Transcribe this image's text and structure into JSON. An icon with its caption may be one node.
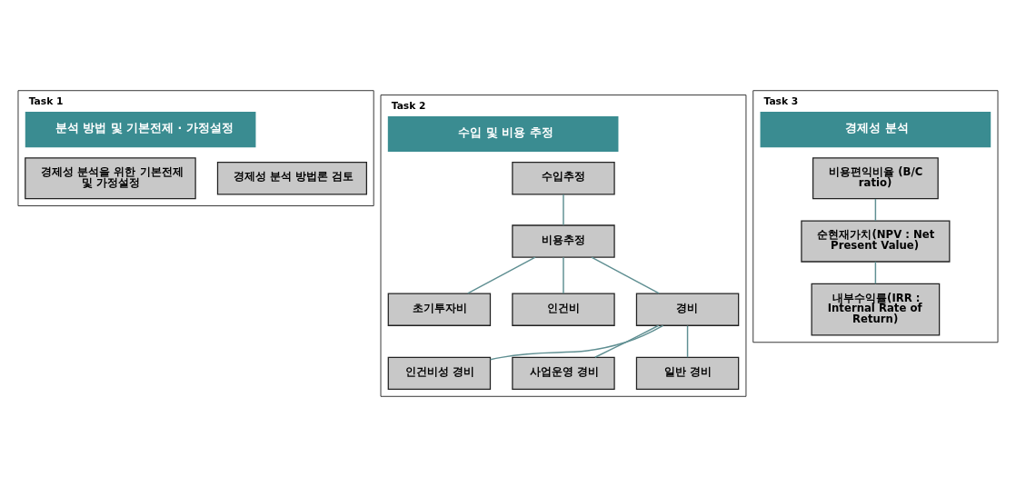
{
  "diagram": {
    "nodes": [
      {
        "text": [
          "Task 1",
          "분석 방법 및 기본전제 · 가정설정"
        ]
      },
      {
        "text": [
          "경제성 분석 방법론 검토"
        ],
        "in": 0
      },
      {
        "text": [
          "경제성 분석을 위한 기본전제 및 가정설정"
        ],
        "in": 0
      },
      {
        "text": [
          "Task 2",
          "수입 및 비용 추정"
        ]
      },
      {
        "text": [
          "수입추정"
        ],
        "in": 3
      },
      {
        "text": [
          "비용추정"
        ],
        "in": 3
      },
      {
        "text": [
          "초기투자비"
        ],
        "in": 3
      },
      {
        "text": [
          "인건비"
        ],
        "in": 3
      },
      {
        "text": [
          "경비"
        ],
        "in": 3
      },
      {
        "text": [
          "인건비성 경비"
        ],
        "in": 3
      },
      {
        "text": [
          "사업운영 경비"
        ],
        "in": 3
      },
      {
        "text": [
          "일반 경비"
        ],
        "in": 3
      },
      {
        "text": [
          "Task 3",
          "경제성 분석"
        ]
      },
      {
        "text": [
          "비용편익비율 (B/C ratio)"
        ],
        "in": 12
      },
      {
        "text": [
          "순현재가치(NPV : Net Present Value)"
        ],
        "in": 12
      },
      {
        "text": [
          "내부수익률(IRR : Internal Rate of Return)"
        ],
        "in": 12
      }
    ],
    "edges": [
      {
        "from": 4,
        "to": 5,
        "arrow": "none"
      },
      {
        "from": 5,
        "to": 6,
        "arrow": "none"
      },
      {
        "from": 5,
        "to": 7,
        "arrow": "none"
      },
      {
        "from": 5,
        "to": 8,
        "arrow": "none"
      },
      {
        "from": 8,
        "to": 9,
        "arrow": "none"
      },
      {
        "from": 8,
        "to": 10,
        "arrow": "none"
      },
      {
        "from": 8,
        "to": 11,
        "arrow": "none"
      },
      {
        "from": 13,
        "to": 14,
        "arrow": "none"
      },
      {
        "from": 14,
        "to": 15,
        "arrow": "none"
      }
    ]
  }
}
